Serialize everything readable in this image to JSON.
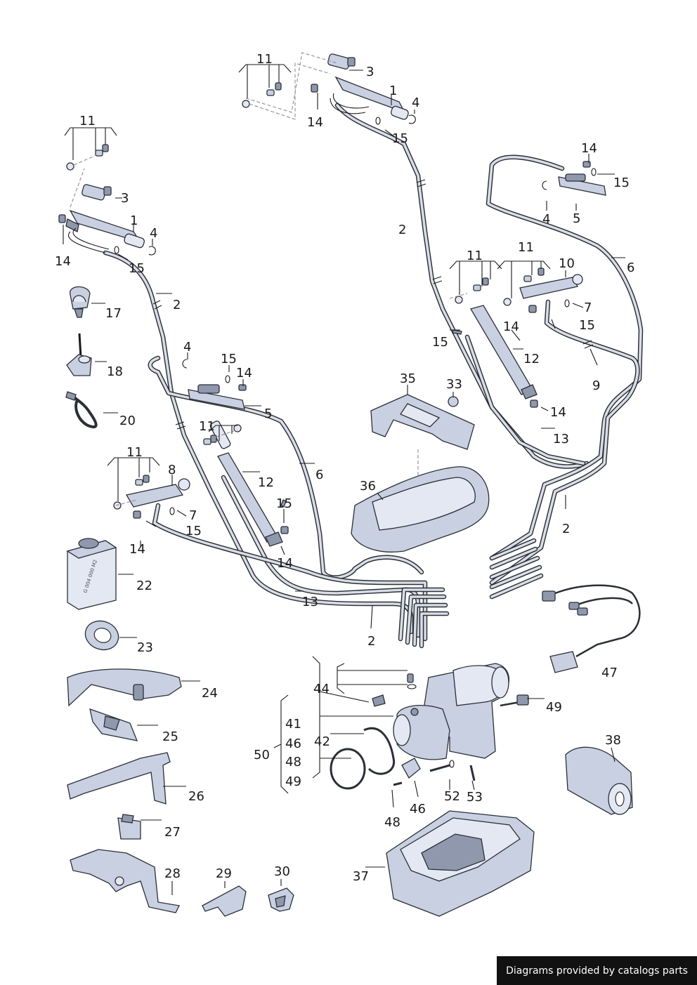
{
  "diagram": {
    "labels": [
      {
        "id": "l11a",
        "text": "11"
      },
      {
        "id": "l3a",
        "text": "3"
      },
      {
        "id": "l1a",
        "text": "1"
      },
      {
        "id": "l4a",
        "text": "4"
      },
      {
        "id": "l14a",
        "text": "14"
      },
      {
        "id": "l15a",
        "text": "15"
      },
      {
        "id": "l2a",
        "text": "2"
      },
      {
        "id": "l11b",
        "text": "11"
      },
      {
        "id": "l3b",
        "text": "3"
      },
      {
        "id": "l1b",
        "text": "1"
      },
      {
        "id": "l4b",
        "text": "4"
      },
      {
        "id": "l14b",
        "text": "14"
      },
      {
        "id": "l15b",
        "text": "15"
      },
      {
        "id": "l2b",
        "text": "2"
      },
      {
        "id": "l17",
        "text": "17"
      },
      {
        "id": "l18",
        "text": "18"
      },
      {
        "id": "l20",
        "text": "20"
      },
      {
        "id": "l4c",
        "text": "4"
      },
      {
        "id": "l15c",
        "text": "15"
      },
      {
        "id": "l14c",
        "text": "14"
      },
      {
        "id": "l5a",
        "text": "5"
      },
      {
        "id": "l6a",
        "text": "6"
      },
      {
        "id": "l11c",
        "text": "11"
      },
      {
        "id": "l12a",
        "text": "12"
      },
      {
        "id": "l11d",
        "text": "11"
      },
      {
        "id": "l8",
        "text": "8"
      },
      {
        "id": "l7a",
        "text": "7"
      },
      {
        "id": "l15d",
        "text": "15"
      },
      {
        "id": "l15e",
        "text": "15"
      },
      {
        "id": "l14d",
        "text": "14"
      },
      {
        "id": "l14e",
        "text": "14"
      },
      {
        "id": "l13a",
        "text": "13"
      },
      {
        "id": "l2c",
        "text": "2"
      },
      {
        "id": "l22",
        "text": "22"
      },
      {
        "id": "l23",
        "text": "23"
      },
      {
        "id": "l24",
        "text": "24"
      },
      {
        "id": "l25",
        "text": "25"
      },
      {
        "id": "l26",
        "text": "26"
      },
      {
        "id": "l27",
        "text": "27"
      },
      {
        "id": "l28",
        "text": "28"
      },
      {
        "id": "l29",
        "text": "29"
      },
      {
        "id": "l30",
        "text": "30"
      },
      {
        "id": "l14f",
        "text": "14"
      },
      {
        "id": "l15f",
        "text": "15"
      },
      {
        "id": "l4d",
        "text": "4"
      },
      {
        "id": "l5b",
        "text": "5"
      },
      {
        "id": "l6b",
        "text": "6"
      },
      {
        "id": "l11e",
        "text": "11"
      },
      {
        "id": "l11f",
        "text": "11"
      },
      {
        "id": "l10",
        "text": "10"
      },
      {
        "id": "l7b",
        "text": "7"
      },
      {
        "id": "l14g",
        "text": "14"
      },
      {
        "id": "l15g",
        "text": "15"
      },
      {
        "id": "l15h",
        "text": "15"
      },
      {
        "id": "l12b",
        "text": "12"
      },
      {
        "id": "l9",
        "text": "9"
      },
      {
        "id": "l14h",
        "text": "14"
      },
      {
        "id": "l13b",
        "text": "13"
      },
      {
        "id": "l2d",
        "text": "2"
      },
      {
        "id": "l35",
        "text": "35"
      },
      {
        "id": "l33",
        "text": "33"
      },
      {
        "id": "l36",
        "text": "36"
      },
      {
        "id": "l47",
        "text": "47"
      },
      {
        "id": "l44",
        "text": "44"
      },
      {
        "id": "l41",
        "text": "41"
      },
      {
        "id": "l46a",
        "text": "46"
      },
      {
        "id": "l48a",
        "text": "48"
      },
      {
        "id": "l49a",
        "text": "49"
      },
      {
        "id": "l50",
        "text": "50"
      },
      {
        "id": "l42",
        "text": "42"
      },
      {
        "id": "l49b",
        "text": "49"
      },
      {
        "id": "l38",
        "text": "38"
      },
      {
        "id": "l52",
        "text": "52"
      },
      {
        "id": "l53",
        "text": "53"
      },
      {
        "id": "l48b",
        "text": "48"
      },
      {
        "id": "l46b",
        "text": "46"
      },
      {
        "id": "l37",
        "text": "37"
      }
    ],
    "container_label": "G 004 000 M2"
  },
  "footer": {
    "text": "Diagrams provided by catalogs parts"
  },
  "colors": {
    "ink": "#1a1a1a",
    "part": "#c9d0e2",
    "part_light": "#e3e8f3",
    "part_dark": "#8f98ad",
    "footer_bg": "#111111"
  }
}
